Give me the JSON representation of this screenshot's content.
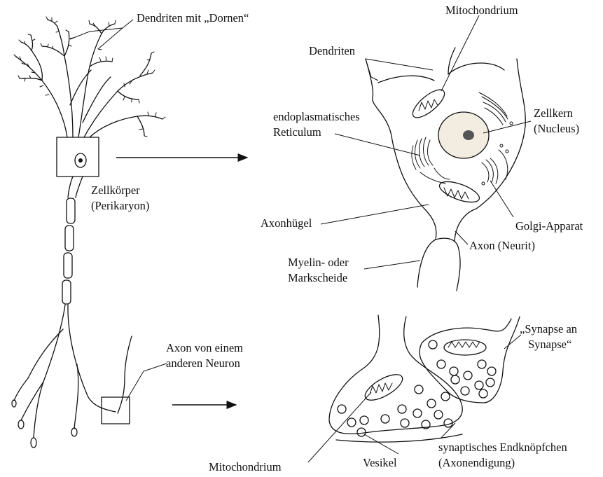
{
  "labels": {
    "dendriten_dornen": "Dendriten mit „Dornen“",
    "zellkoerper_1": "Zellkörper",
    "zellkoerper_2": "(Perikaryon)",
    "axon_anderes_1": "Axon von einem",
    "axon_anderes_2": "anderen Neuron",
    "mitochondrium_top": "Mitochondrium",
    "dendriten": "Dendriten",
    "er_1": "endoplasmatisches",
    "er_2": "Reticulum",
    "zellkern_1": "Zellkern",
    "zellkern_2": "(Nucleus)",
    "axonhuegel": "Axonhügel",
    "golgi": "Golgi-Apparat",
    "axon_neurit": "Axon (Neurit)",
    "myelin_1": "Myelin- oder",
    "myelin_2": "Markscheide",
    "synapse_1": "„Synapse an",
    "synapse_2": "Synapse“",
    "mitochondrium_bottom": "Mitochondrium",
    "vesikel": "Vesikel",
    "endknoepfchen_1": "synaptisches Endknöpfchen",
    "endknoepfchen_2": "(Axonendigung)"
  },
  "colors": {
    "ink": "#111111",
    "background": "#ffffff",
    "nucleus": "#f2ede0"
  }
}
